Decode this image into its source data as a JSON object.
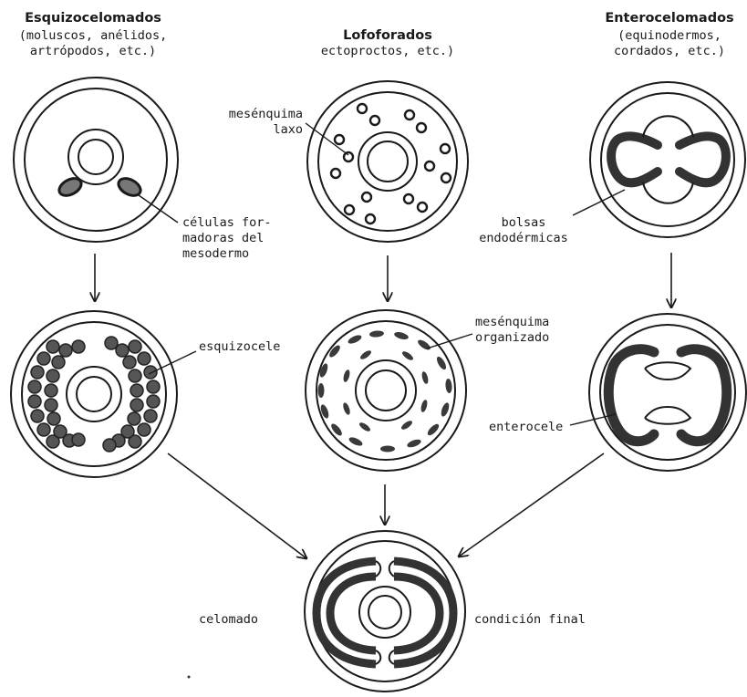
{
  "groups": {
    "esquizo": {
      "title": "Esquizocelomados",
      "examples": [
        "(moluscos, anélidos,",
        "artrópodos, etc.)"
      ]
    },
    "lofo": {
      "title": "Lofoforados",
      "examples": [
        "ectoproctos, etc.)"
      ]
    },
    "entero": {
      "title": "Enterocelomados",
      "examples": [
        "(equinodermos,",
        "cordados, etc.)"
      ]
    }
  },
  "labels": {
    "mesenquima_laxo": [
      "mesénquima",
      "laxo"
    ],
    "celulas_formadoras": [
      "células for-",
      "madoras del",
      "mesodermo"
    ],
    "bolsas": [
      "bolsas",
      "endodérmicas"
    ],
    "esquizocele": "esquizocele",
    "mesenquima_organizado": [
      "mesénquima",
      "organizado"
    ],
    "enterocele": "enterocele",
    "celomado": "celomado",
    "condicion_final": "condición final"
  },
  "colors": {
    "ink": "#1a1a1a",
    "cell_fill": "#555555",
    "background": "#ffffff"
  }
}
